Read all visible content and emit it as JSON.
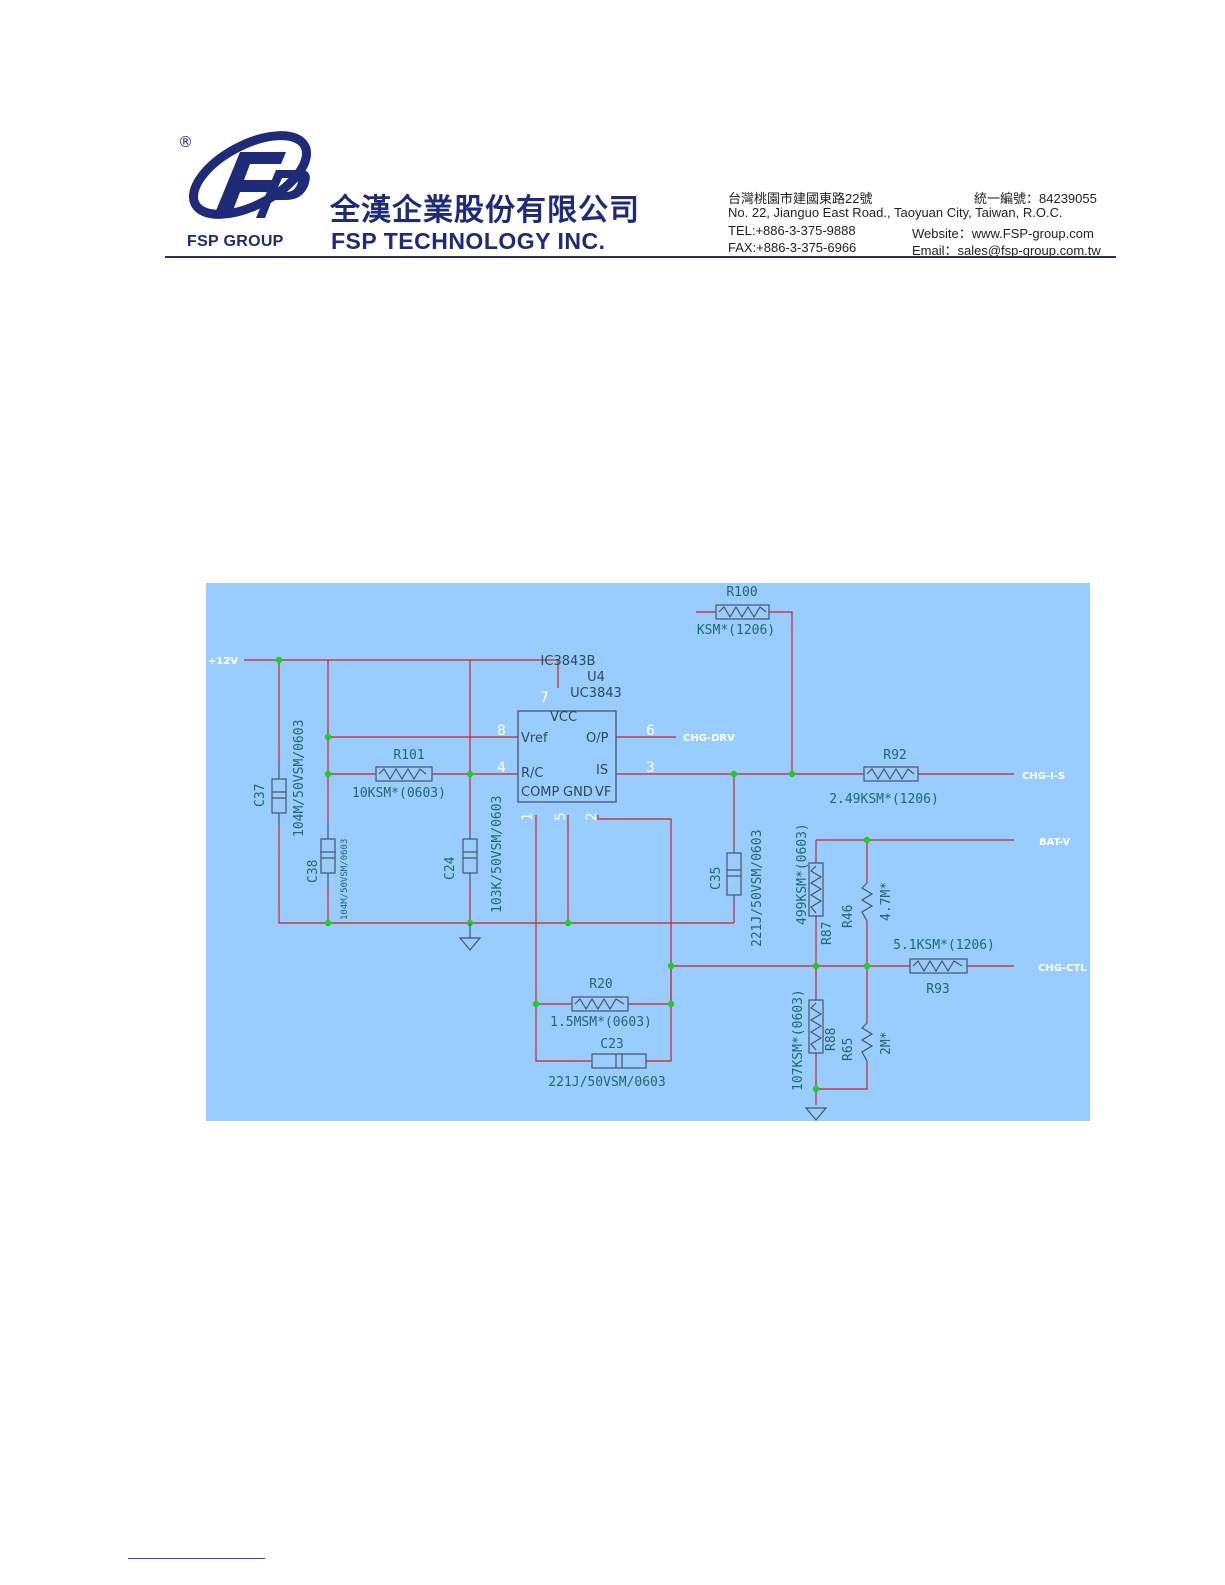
{
  "header": {
    "registered_mark": "®",
    "group_name": "FSP GROUP",
    "company_cn": "全漢企業股份有限公司",
    "company_en": "FSP TECHNOLOGY INC.",
    "address_cn": "台灣桃園市建國東路22號",
    "tax_id": "統一編號：84239055",
    "address_en": "No. 22, Jianguo East Road., Taoyuan City, Taiwan, R.O.C.",
    "tel": "TEL:+886-3-375-9888",
    "fax": "FAX:+886-3-375-6966",
    "website": "Website：www.FSP-group.com",
    "email": "Email：sales@fsp-group.com.tw",
    "colors": {
      "brand": "#1f2a78"
    }
  },
  "schematic": {
    "colors": {
      "background": "#99ccff",
      "wire": "#cc2222",
      "junction": "#22cc22",
      "label": "#1f6a6a"
    },
    "nets": {
      "vin": "+12V",
      "drv": "CHG-DRV",
      "is": "CHG-I-S",
      "batv": "BAT-V",
      "ctl": "CHG-CTL"
    },
    "ic": {
      "name1": "IC3843B",
      "ref": "U4",
      "part": "UC3843",
      "pins": {
        "vcc": "VCC",
        "vref": "Vref",
        "op": "O/P",
        "rc": "R/C",
        "is": "IS",
        "comp": "COMP",
        "gnd": "GND",
        "vf": "VF"
      },
      "pin_numbers": {
        "p7": "7",
        "p8": "8",
        "p6": "6",
        "p4": "4",
        "p3": "3",
        "p1": "1",
        "p5": "5",
        "p2": "2"
      }
    },
    "components": {
      "r100": {
        "ref": "R100",
        "value": "KSM*(1206)"
      },
      "r101": {
        "ref": "R101",
        "value": "10KSM*(0603)"
      },
      "r92": {
        "ref": "R92",
        "value": "2.49KSM*(1206)"
      },
      "c37": {
        "ref": "C37",
        "value": "104M/50VSM/0603"
      },
      "c38": {
        "ref": "C38",
        "value": "104M/50VSM/0603"
      },
      "c24": {
        "ref": "C24",
        "value": "103K/50VSM/0603"
      },
      "c35": {
        "ref": "C35",
        "value": "221J/50VSM/0603"
      },
      "r87": {
        "ref": "R87",
        "value": "499KSM*(0603)"
      },
      "r46": {
        "ref": "R46",
        "value": "4.7M*"
      },
      "r93": {
        "ref": "R93",
        "value": "5.1KSM*(1206)"
      },
      "r20": {
        "ref": "R20",
        "value": "1.5MSM*(0603)"
      },
      "c23": {
        "ref": "C23",
        "value": "221J/50VSM/0603"
      },
      "r88": {
        "ref": "R88",
        "value": "107KSM*(0603)"
      },
      "r65": {
        "ref": "R65",
        "value": "2M*"
      }
    }
  }
}
